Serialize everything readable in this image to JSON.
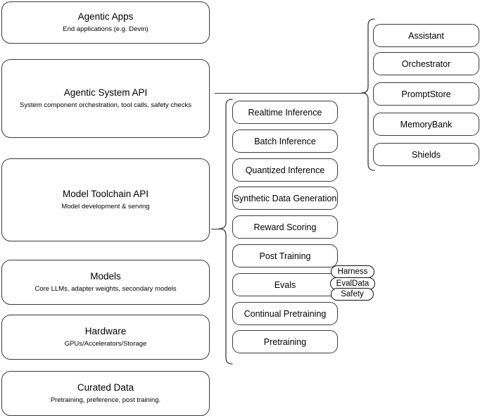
{
  "diagram": {
    "title": "AI stack layer diagram",
    "stroke_color": "#3a3a3a",
    "background_color": "#ffffff",
    "layers": [
      {
        "title": "Agentic Apps",
        "subtitle": "End applications (e.g. Devin)"
      },
      {
        "title": "Agentic System API",
        "subtitle": "System component orchestration, tool calls, safety checks"
      },
      {
        "title": "Model Toolchain API",
        "subtitle": "Model development & serving"
      },
      {
        "title": "Models",
        "subtitle": "Core LLMs, adapter weights, secondary models"
      },
      {
        "title": "Hardware",
        "subtitle": "GPUs/Accelerators/Storage"
      },
      {
        "title": "Curated Data",
        "subtitle": "Pretraining, preference, post training."
      }
    ],
    "toolchain_components": [
      {
        "label": "Realtime Inference"
      },
      {
        "label": "Batch Inference"
      },
      {
        "label": "Quantized Inference"
      },
      {
        "label": "Synthetic Data Generation"
      },
      {
        "label": "Reward Scoring"
      },
      {
        "label": "Post Training"
      },
      {
        "label": "Evals"
      },
      {
        "label": "Continual Pretraining"
      },
      {
        "label": "Pretraining"
      }
    ],
    "agentic_components": [
      {
        "label": "Assistant"
      },
      {
        "label": "Orchestrator"
      },
      {
        "label": "PromptStore"
      },
      {
        "label": "MemoryBank"
      },
      {
        "label": "Shields"
      }
    ],
    "eval_tags": [
      {
        "label": "Harness"
      },
      {
        "label": "EvalData"
      },
      {
        "label": "Safety"
      }
    ]
  }
}
